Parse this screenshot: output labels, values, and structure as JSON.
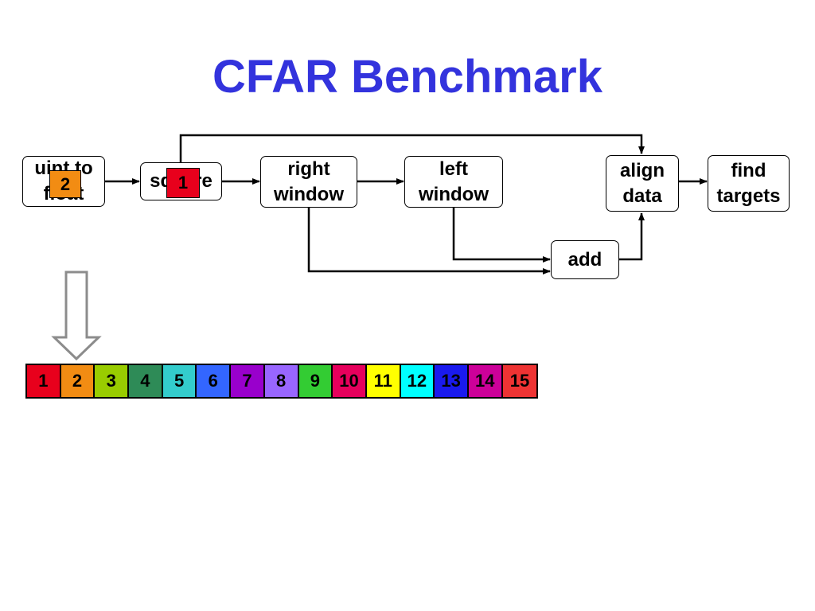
{
  "title": "CFAR Benchmark",
  "nodes": {
    "uint_to_float": "uint to\nfloat",
    "square": "square",
    "right_window": "right\nwindow",
    "left_window": "left\nwindow",
    "align_data": "align\ndata",
    "find_targets": "find\ntargets",
    "add": "add"
  },
  "tokens": [
    {
      "label": "2",
      "color": "#f28c13"
    },
    {
      "label": "1",
      "color": "#e8001c"
    }
  ],
  "stream": [
    {
      "label": "1",
      "color": "#e8001c"
    },
    {
      "label": "2",
      "color": "#f28c13"
    },
    {
      "label": "3",
      "color": "#99cc00"
    },
    {
      "label": "4",
      "color": "#2e8b57"
    },
    {
      "label": "5",
      "color": "#33cccc"
    },
    {
      "label": "6",
      "color": "#3366ff"
    },
    {
      "label": "7",
      "color": "#9900cc"
    },
    {
      "label": "8",
      "color": "#9966ff"
    },
    {
      "label": "9",
      "color": "#33cc33"
    },
    {
      "label": "10",
      "color": "#e6005c"
    },
    {
      "label": "11",
      "color": "#ffff00"
    },
    {
      "label": "12",
      "color": "#00ffff"
    },
    {
      "label": "13",
      "color": "#1a1aee"
    },
    {
      "label": "14",
      "color": "#cc0099"
    },
    {
      "label": "15",
      "color": "#ee3333"
    }
  ]
}
